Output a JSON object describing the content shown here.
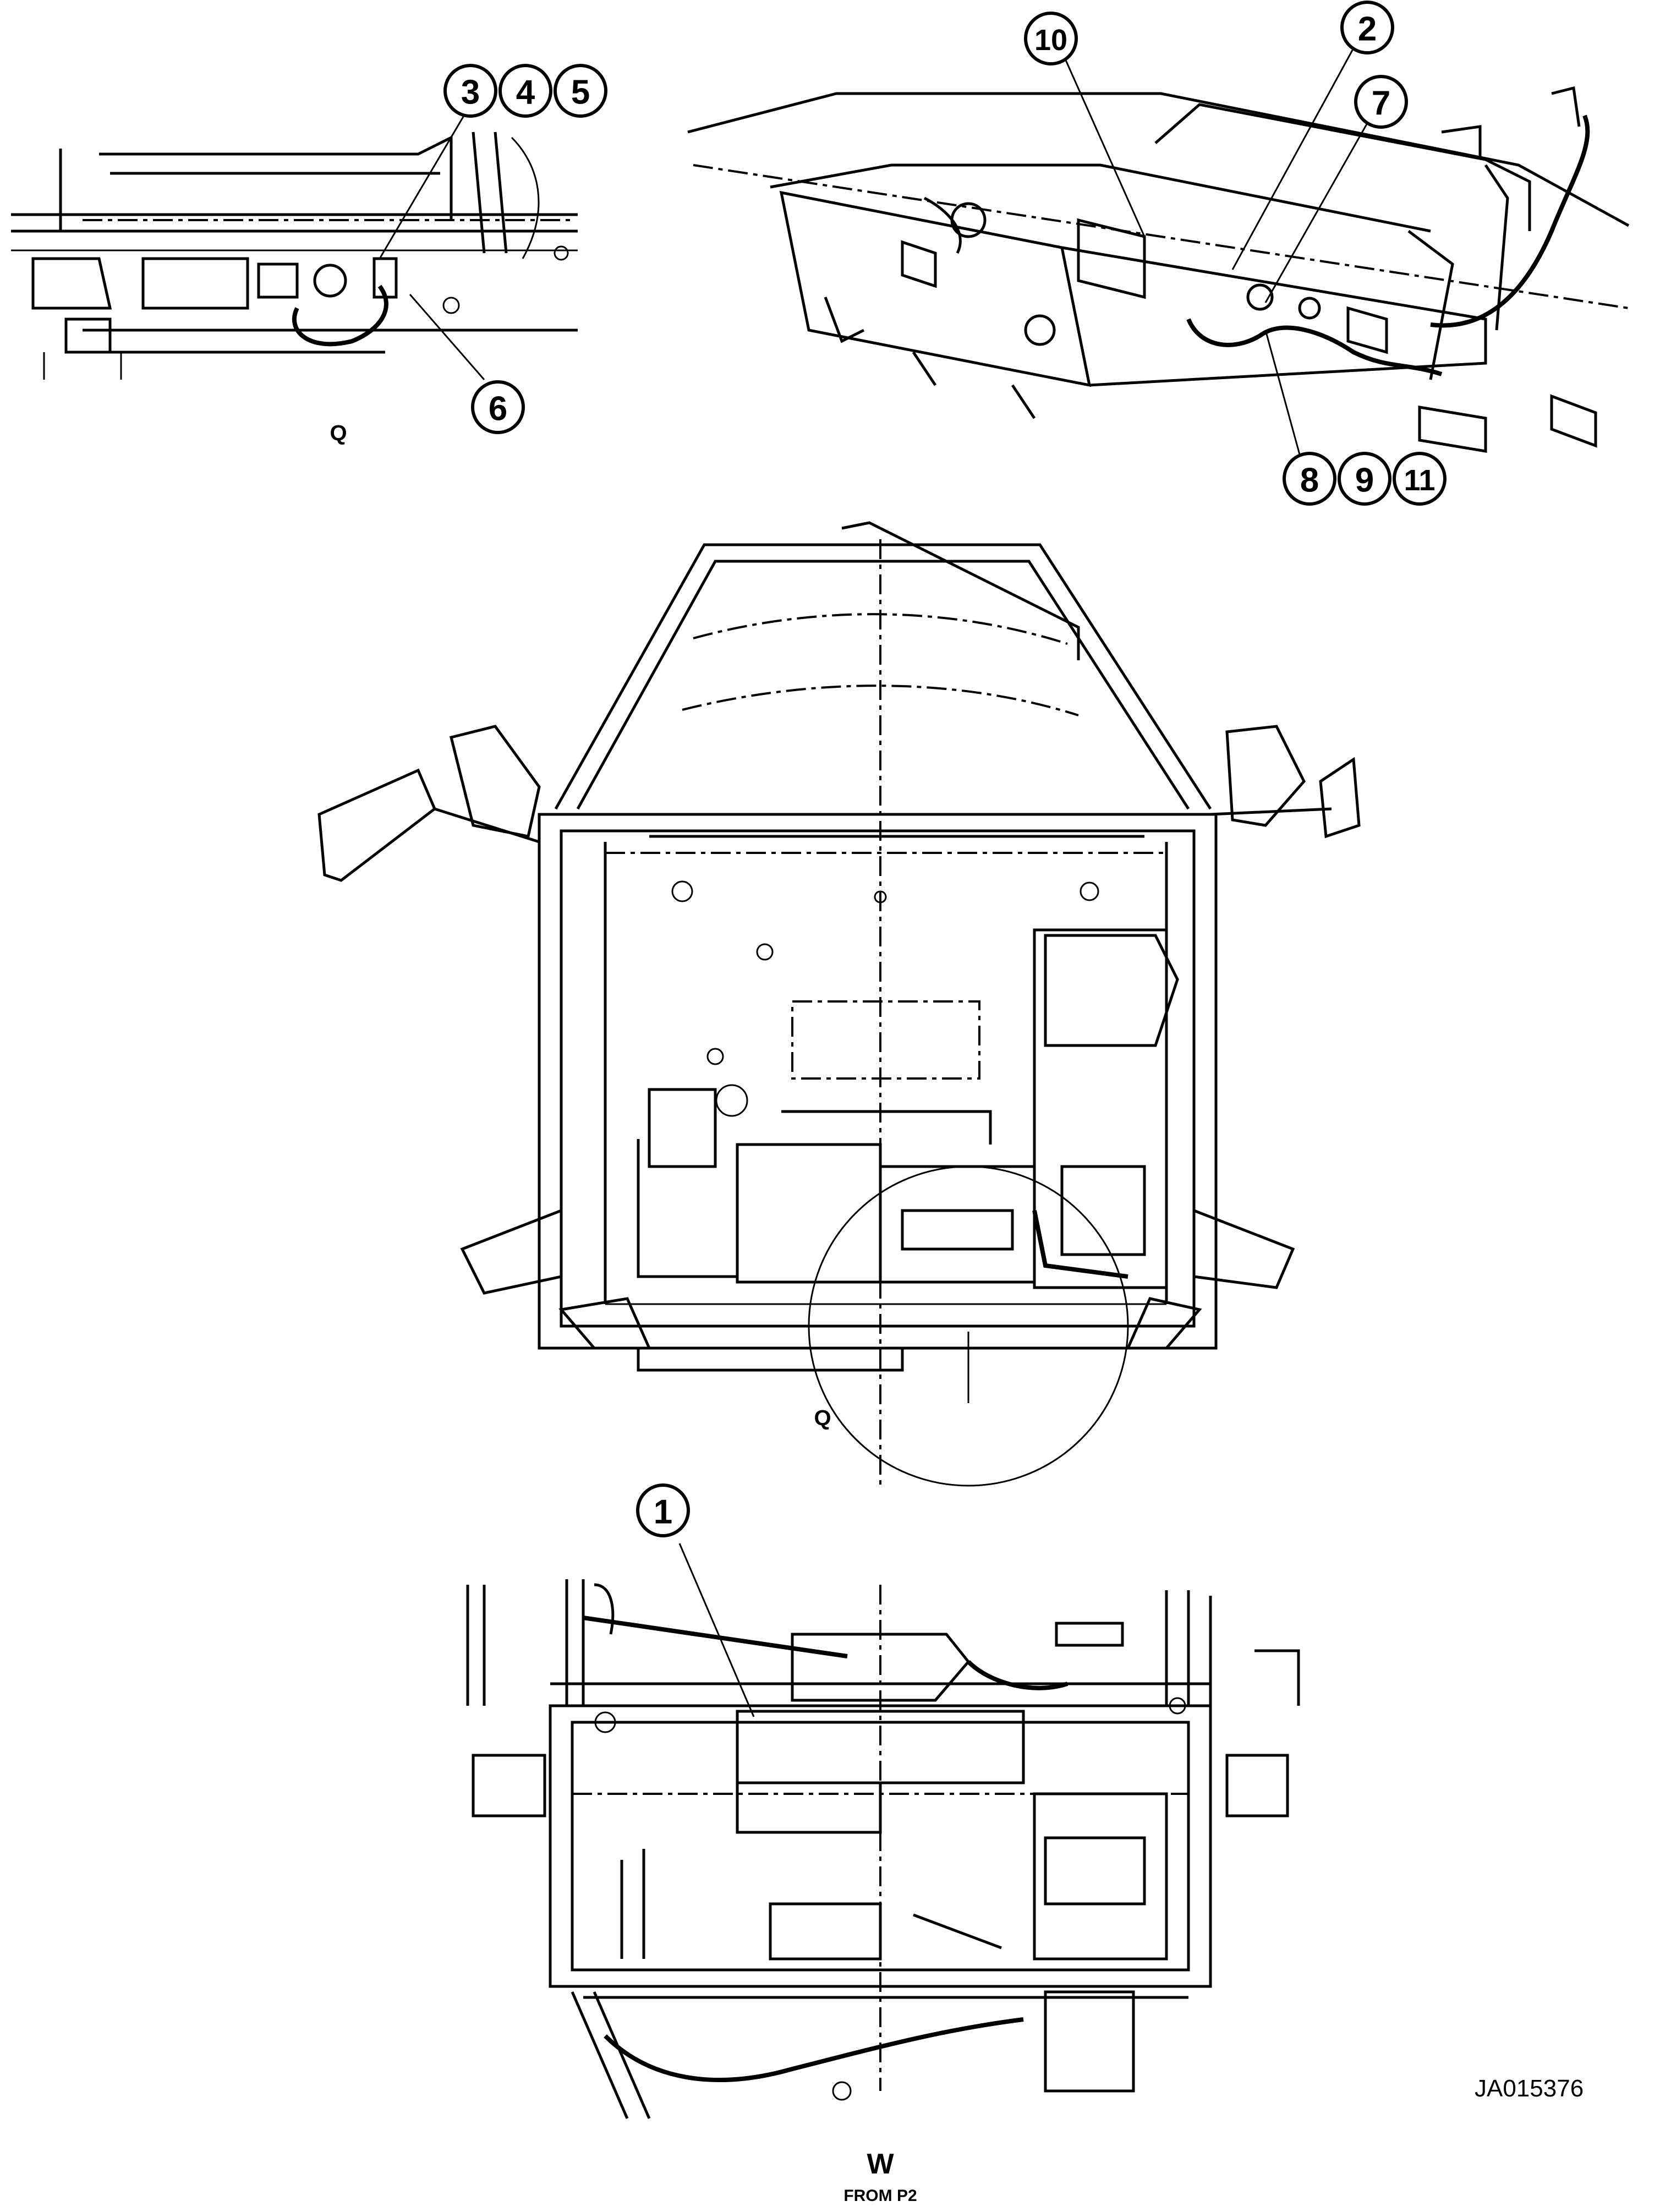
{
  "diagram": {
    "drawing_code": "JA015376",
    "view_labels": {
      "detail_top_left": "Q",
      "main_view": "Q",
      "bottom_view": "W",
      "bottom_from": "FROM P2"
    },
    "callouts": [
      "1",
      "2",
      "3",
      "4",
      "5",
      "6",
      "7",
      "8",
      "9",
      "10",
      "11"
    ]
  }
}
